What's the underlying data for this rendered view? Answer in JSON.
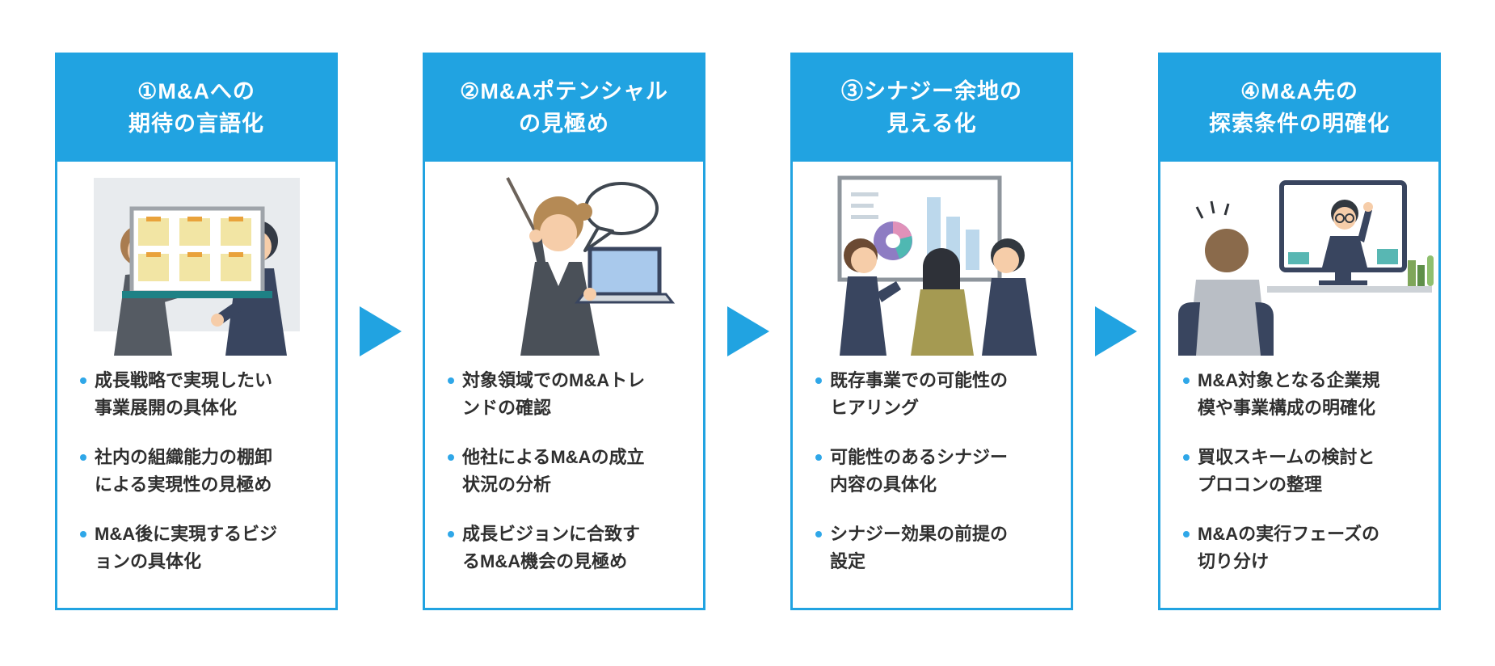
{
  "theme": {
    "accent_blue": "#21A3E1",
    "bullet_dot_blue": "#2FA7E8",
    "header_text_color": "#FFFFFF",
    "body_text_color": "#2F2F2F",
    "background": "#FFFFFF",
    "sticky_note_yellow": "#F2E5A4",
    "tape_orange": "#E9A23B",
    "whiteboard_tray_teal": "#1E8185"
  },
  "icons": {
    "arrow_right": "right-pointing-triangle",
    "bullet_dot": "small-blue-circle"
  },
  "steps": [
    {
      "title_line1": "①M&Aへの",
      "title_line2": "期待の言語化",
      "illustration": "two-people-sticky-note-whiteboard",
      "bullets": [
        "成長戦略で実現したい事業展開の具体化",
        "社内の組織能力の棚卸による実現性の見極め",
        "M&A後に実現するビジョンの具体化"
      ]
    },
    {
      "title_line1": "②M&Aポテンシャル",
      "title_line2": "の見極め",
      "illustration": "woman-presenter-pointer-laptop-speech-bubble",
      "bullets": [
        "対象領域でのM&Aトレンドの確認",
        "他社によるM&Aの成立状況の分析",
        "成長ビジョンに合致するM&A機会の見極め"
      ]
    },
    {
      "title_line1": "③シナジー余地の",
      "title_line2": "見える化",
      "illustration": "meeting-presentation-bar-and-pie-charts",
      "bullets": [
        "既存事業での可能性のヒアリング",
        "可能性のあるシナジー内容の具体化",
        "シナジー効果の前提の設定"
      ]
    },
    {
      "title_line1": "④M&A先の",
      "title_line2": "探索条件の明確化",
      "illustration": "video-call-monitor-meeting",
      "bullets": [
        "M&A対象となる企業規模や事業構成の明確化",
        "買収スキームの検討とプロコンの整理",
        "M&Aの実行フェーズの切り分け"
      ]
    }
  ]
}
